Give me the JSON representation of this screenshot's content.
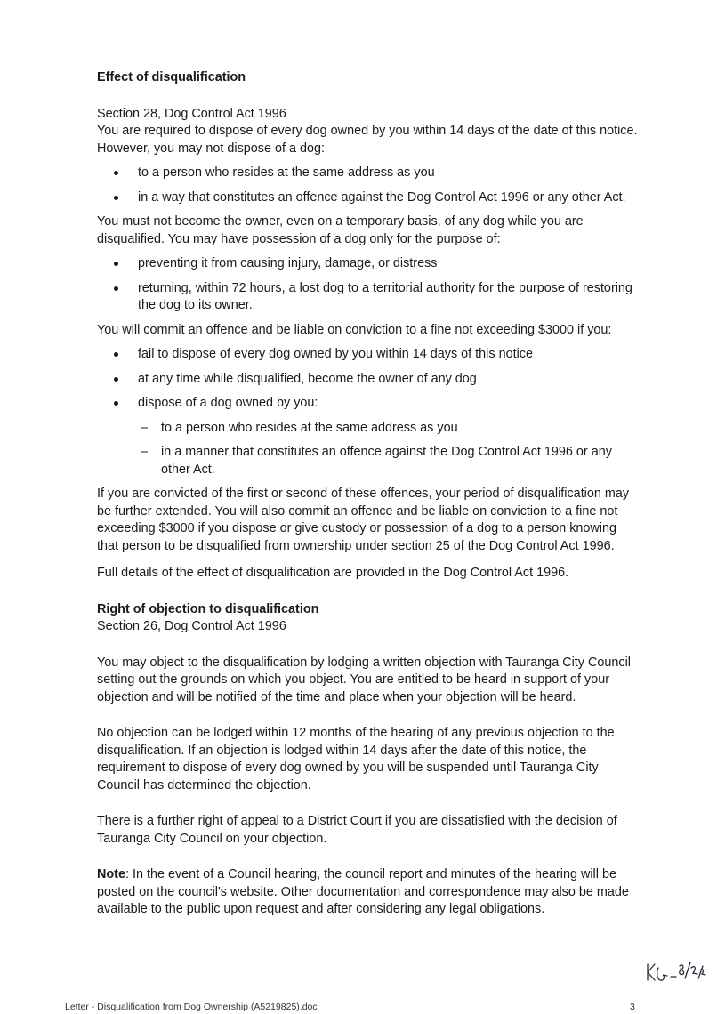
{
  "effect": {
    "heading": "Effect of disqualification",
    "section": "Section 28, Dog Control Act 1996",
    "intro": "You are required to dispose of every dog owned by you within 14 days of the date of this notice.  However, you may not dispose of a dog:",
    "dispose_bullets": [
      "to a person who resides at the same address as you",
      "in a way that constitutes an offence against the Dog Control Act 1996 or any other Act."
    ],
    "owner_para": "You must not become the owner, even on a temporary basis, of any dog while you are disqualified. You may have possession of a dog only for the purpose of:",
    "possession_bullets": [
      "preventing it from causing injury, damage, or distress",
      "returning, within 72 hours, a lost dog to a territorial authority for the purpose of restoring the dog to its owner."
    ],
    "offence_para": "You will commit an offence and be liable on conviction to a fine not exceeding $3000 if you:",
    "offence_bullets": [
      "fail to dispose of every dog owned by you within 14 days of this notice",
      "at any time while disqualified, become the owner of any dog",
      "dispose of a dog owned by you:"
    ],
    "offence_subitems": [
      "to a person who resides at the same address as you",
      "in a manner that constitutes an offence against the Dog Control Act 1996 or any other Act."
    ],
    "convicted_para": "If you are convicted of the first or second of these offences, your period of disqualification may be further extended. You will also commit an offence and be liable on conviction to a fine not exceeding $3000 if you dispose or give custody or possession of a dog to a person knowing that person to be disqualified from ownership under section 25 of the Dog Control Act 1996.",
    "full_details": "Full details of the effect of disqualification are provided in the Dog Control Act 1996."
  },
  "objection": {
    "heading": "Right of objection to disqualification",
    "section": "Section 26, Dog Control Act 1996",
    "para1": "You may object to the disqualification by lodging a written objection with Tauranga City Council setting out the grounds on which you object. You are entitled to be heard in support of your objection and will be notified of the time and place when your objection will be heard.",
    "para2": "No objection can be lodged within 12 months of the hearing of any previous objection to the disqualification. If an objection is lodged within 14 days after the date of this notice, the requirement to dispose of every dog owned by you will be suspended until Tauranga City Council has determined the objection.",
    "para3": "There is a further right of appeal to a District Court if you are dissatisfied with the decision of Tauranga City Council on your objection.",
    "note_label": "Note",
    "note_text": ": In the event of a Council hearing, the council report and minutes of the hearing will be posted on the council's website. Other documentation and correspondence may also be made available to the public upon request and after considering any legal obligations."
  },
  "footer": {
    "filename": "Letter - Disqualification from Dog Ownership (A5219825).doc",
    "page_number": "3"
  }
}
